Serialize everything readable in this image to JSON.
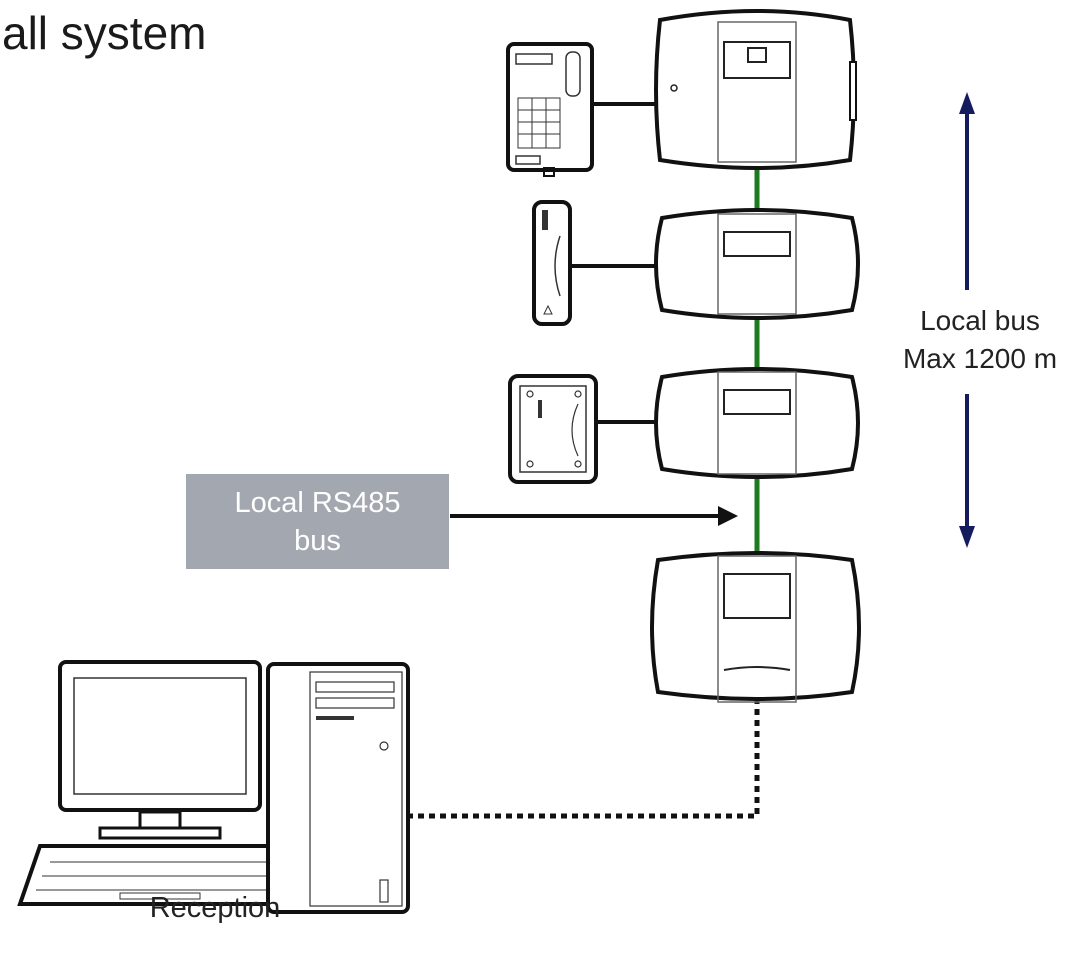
{
  "title": "all system",
  "bus_label": {
    "line1": "Local bus",
    "line2": "Max 1200 m"
  },
  "rs485_label": {
    "line1": "Local RS485",
    "line2": "bus"
  },
  "reception_label": "Reception",
  "colors": {
    "bus_line": "#1e7a1e",
    "arrow": "#141c5e",
    "rs485_box": "#a3a8b0",
    "device_outline": "#111111"
  }
}
